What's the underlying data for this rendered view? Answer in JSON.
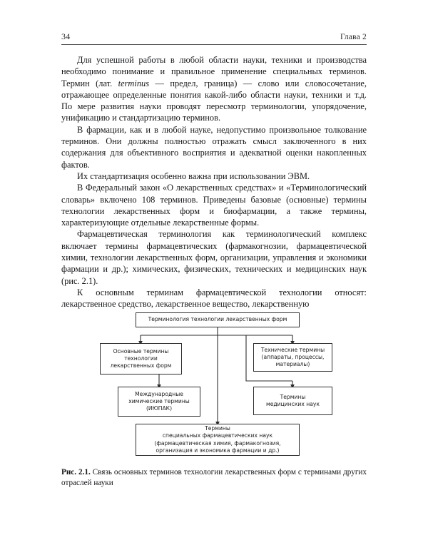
{
  "header": {
    "folio": "34",
    "chapter": "Глава 2"
  },
  "body": {
    "paragraphs": [
      "Для успешной работы в любой области науки, техники и производства необходимо понимание и правильное применение специальных терминов. Термин (лат. terminus — предел, граница) — слово или словосочетание, отражающее определенные понятия какой-либо области науки, техники и т.д. По мере развития науки проводят пересмотр терминологии, упорядочение, унификацию и стандартизацию терминов.",
      "В фармации, как и в любой науке, недопустимо произвольное толкование терминов. Они должны полностью отражать смысл заключенного в них содержания для объективного восприятия и адекватной оценки накопленных фактов.",
      "Их стандартизация особенно важна при использовании ЭВМ.",
      "В Федеральный закон «О лекарственных средствах» и «Терминологический словарь» включено 108 терминов. Приведены базовые (основные) термины технологии лекарственных форм и биофармации, а также термины, характеризующие отдельные лекарственные формы.",
      "Фармацевтическая терминология как терминологический комплекс включает термины фармацевтических (фармакогнозии, фармацевтической химии, технологии лекарственных форм, организации, управления и экономики фармации и др.); химических, физических, технических и медицинских наук (рис. 2.1).",
      "К основным терминам фармацевтической технологии относят: лекарственное средство, лекарственное вещество, лекарственную"
    ],
    "p1_parts": {
      "before_latin": "Для успешной работы в любой области науки, техники и производства необходимо понимание и правильное применение специальных терминов. Термин (лат. ",
      "latin_word": "terminus",
      "after_latin": " — предел, граница) — слово или словосочетание, отражающее определенные понятия какой-либо области науки, техники и т.д. По мере развития науки проводят пересмотр терминологии, упорядочение, унификацию и стандартизацию терминов."
    }
  },
  "figure": {
    "nodes": {
      "root": "Терминология технологии лекарственных форм",
      "basic": "Основные термины\nтехнологии\nлекарственных форм",
      "technical": "Технические термины\n(аппараты, процессы,\nматериалы)",
      "iupac": "Международные\nхимические термины\n(ИЮПАК)",
      "medical": "Термины\nмедицинских наук",
      "special": "Термины\nспециальных фармацевтических наук\n(фармацевтическая химия, фармакогнозия,\nорганизация и экономика фармации и др.)"
    },
    "line_color": "#2e2e2e"
  },
  "caption": {
    "label": "Рис. 2.1.",
    "text": " Связь основных терминов технологии лекарственных форм с терминами других отраслей науки"
  },
  "chart_data": {
    "type": "diagram",
    "title": "Связь основных терминов технологии лекарственных форм с терминами других отраслей науки",
    "nodes": [
      {
        "id": "root",
        "label": "Терминология технологии лекарственных форм",
        "level": 0
      },
      {
        "id": "basic",
        "label": "Основные термины технологии лекарственных форм",
        "level": 1
      },
      {
        "id": "technical",
        "label": "Технические термины (аппараты, процессы, материалы)",
        "level": 1
      },
      {
        "id": "iupac",
        "label": "Международные химические термины (ИЮПАК)",
        "level": 2
      },
      {
        "id": "medical",
        "label": "Термины медицинских наук",
        "level": 2
      },
      {
        "id": "special",
        "label": "Термины специальных фармацевтических наук (фармацевтическая химия, фармакогнозия, организация и экономика фармации и др.)",
        "level": 3
      }
    ],
    "edges": [
      {
        "from": "root",
        "to": "basic"
      },
      {
        "from": "root",
        "to": "technical"
      },
      {
        "from": "root",
        "to": "special"
      },
      {
        "from": "basic",
        "to": "iupac"
      },
      {
        "from": "root",
        "to": "medical"
      }
    ]
  }
}
